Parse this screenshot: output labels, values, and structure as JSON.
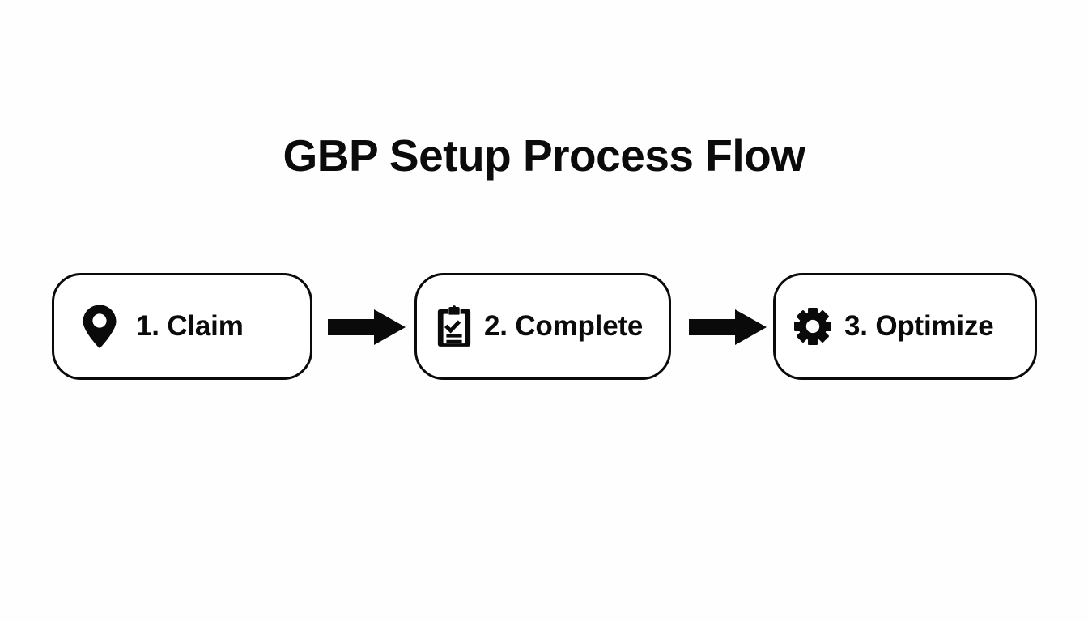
{
  "diagram": {
    "title": "GBP Setup Process Flow",
    "background_color": "#fefefe",
    "stroke_color": "#0a0a0a",
    "text_color": "#0b0b0b",
    "type": "horizontal-process-flow",
    "steps": [
      {
        "number": "1",
        "label": "1. Claim",
        "icon": "map-pin-icon"
      },
      {
        "number": "2",
        "label": "2. Complete",
        "icon": "clipboard-check-icon"
      },
      {
        "number": "3",
        "label": "3. Optimize",
        "icon": "gear-icon"
      }
    ],
    "connectors": [
      {
        "name": "arrow-right-icon",
        "from": "1. Claim",
        "to": "2. Complete"
      },
      {
        "name": "arrow-right-icon",
        "from": "2. Complete",
        "to": "3. Optimize"
      }
    ]
  }
}
